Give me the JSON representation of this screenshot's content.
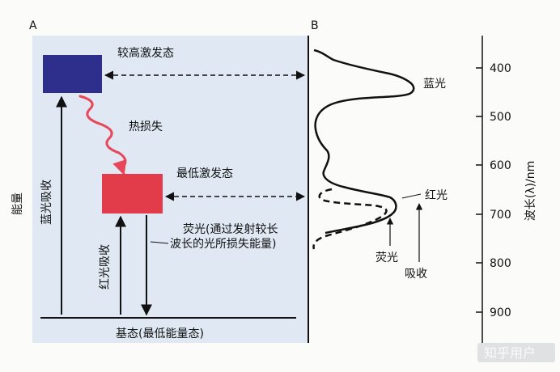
{
  "panel_a": {
    "tag": "A",
    "energy_axis_label": "能量",
    "upper_state_label": "较高激发态",
    "heat_loss_label": "热损失",
    "lowest_state_label": "最低激发态",
    "blue_absorption_label": "蓝光吸收",
    "red_absorption_label": "红光吸收",
    "fluorescence_line1": "荧光(通过发射较长",
    "fluorescence_line2": "波长的光所损失能量)",
    "ground_state_label": "基态(最低能量态)",
    "colors": {
      "upper_state": "#2e2e8c",
      "lowest_state": "#e23b4a",
      "heat_arrow": "#e8475a",
      "panel_bg": "#dfe8f3"
    }
  },
  "panel_b": {
    "tag": "B",
    "axis_label": "波长(λ)/nm",
    "ticks": [
      "400",
      "500",
      "600",
      "700",
      "800",
      "900"
    ],
    "blue_light_label": "蓝光",
    "red_light_label": "红光",
    "fluorescence_label": "荧光",
    "absorption_label": "吸收"
  },
  "watermark": "知乎用户"
}
